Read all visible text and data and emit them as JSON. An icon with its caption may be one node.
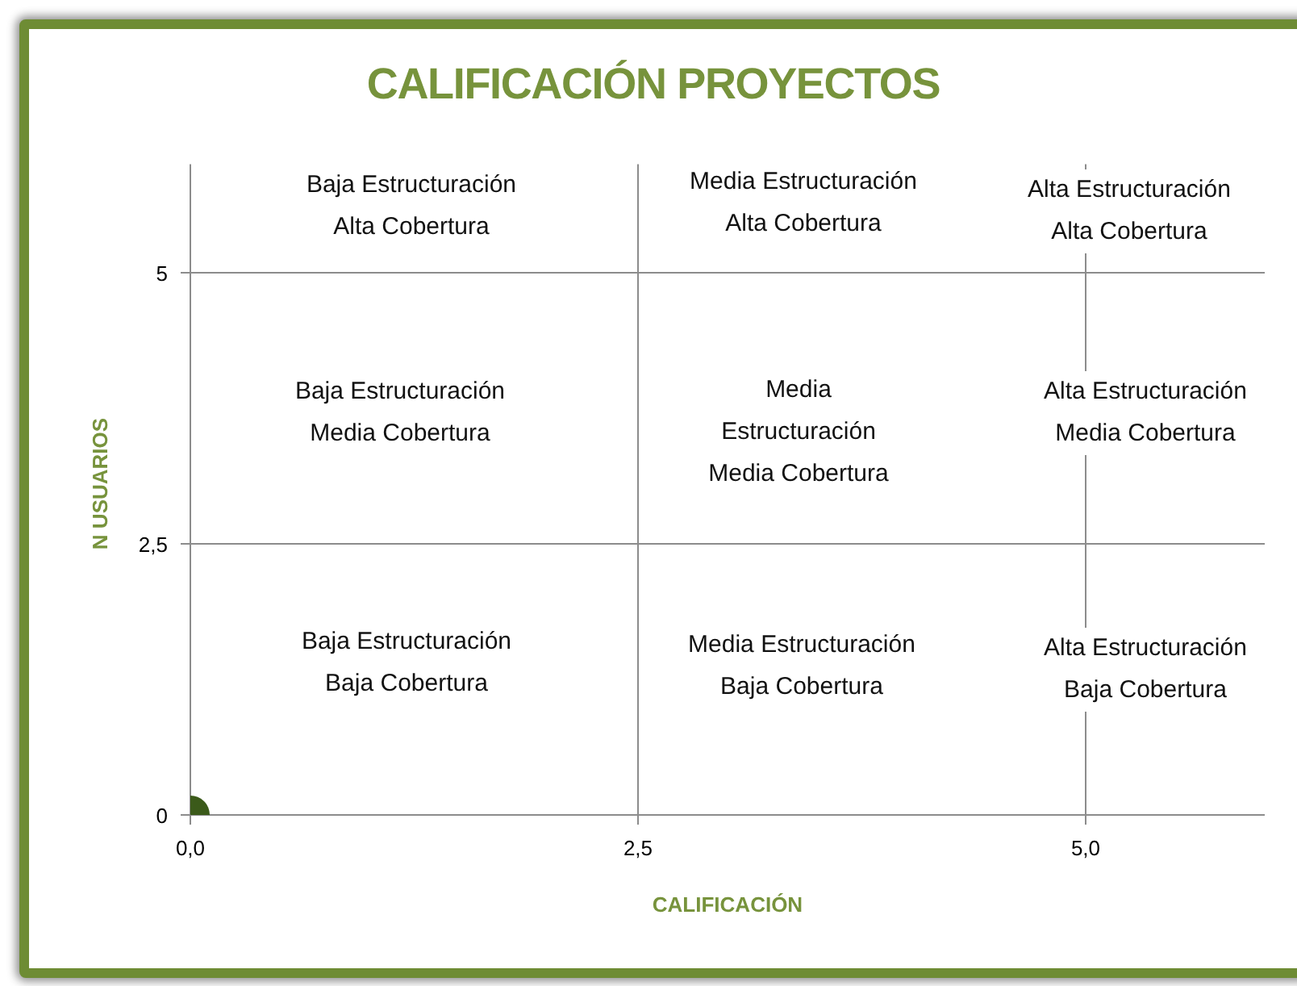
{
  "diagram": {
    "chart_data": {
      "type": "scatter",
      "title": "CALIFICACIÓN PROYECTOS",
      "xlabel": "CALIFICACIÓN",
      "ylabel": "N USUARIOS",
      "x": [
        0
      ],
      "series": [
        {
          "color": "#3b5a1a",
          "values": [
            0
          ]
        }
      ],
      "xlim": [
        0,
        6
      ],
      "ylim": [
        0,
        6
      ],
      "grid": true,
      "xticks": [
        {
          "value": 0,
          "label": "0,0"
        },
        {
          "value": 2.5,
          "label": "2,5"
        },
        {
          "value": 5,
          "label": "5,0"
        }
      ],
      "yticks": [
        {
          "value": 0,
          "label": "0"
        },
        {
          "value": 2.5,
          "label": "2,5"
        },
        {
          "value": 5,
          "label": "5"
        }
      ]
    },
    "labels": [
      "Baja Estructuración Alta Cobertura",
      "Media Estructuración Alta Cobertura",
      "Alta Estructuración Alta Cobertura",
      "Baja Estructuración Media Cobertura",
      "Media Estructuración Media Cobertura",
      "Alta Estructuración Media Cobertura",
      "Baja Estructuración Baja Cobertura",
      "Media Estructuración Baja Cobertura",
      "Alta Estructuración Baja Cobertura"
    ]
  }
}
